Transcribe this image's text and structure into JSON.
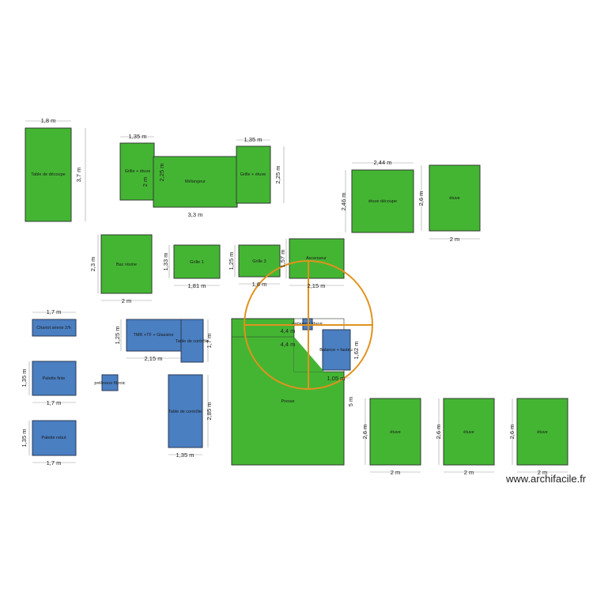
{
  "colors": {
    "machine": "#44b533",
    "equipment": "#4a7fc1",
    "swing": "#e0921e"
  },
  "labels": {
    "table_decoupe": "Table de découpe",
    "grille_etuve_1": "Grille + étuve",
    "melangeur": "Mélangeur",
    "grille_etuve_2": "Grille + étuve",
    "etuve_decoupe": "étuve découpe",
    "etuve_top": "étuve",
    "bac_resine": "Bac résine",
    "grille_1": "Grille 1",
    "grille_3": "Grille 3",
    "ascenseur": "Ascenseur",
    "chariot": "Chariot séerie 2/h",
    "tmr": "TMR +TF + Glassine",
    "table_controle_1": "Table de contrôle",
    "preleveur_1": "préleveur fibroic",
    "table_controle_2": "Table de contrôle",
    "preleveur_2": "préleveur fibroic",
    "balance": "Balance + fauteu",
    "presse": "Presse",
    "palette_finie": "Palette finie",
    "palette_rebut": "Palette rebut",
    "etuve_b1": "étuve",
    "etuve_b2": "étuve",
    "etuve_b3": "étuve"
  },
  "dims": {
    "d_1_8": "1,8 m",
    "d_3_7": "3,7 m",
    "d_1_35_a": "1,35 m",
    "d_2_a": "2 m",
    "d_2_25_a": "2,25 m",
    "d_3_3": "3,3 m",
    "d_1_35_b": "1,35 m",
    "d_2_25_b": "2,25 m",
    "d_2_44": "2,44 m",
    "d_2_46": "2,46 m",
    "d_2_6_top": "2,6 m",
    "d_2_top": "2 m",
    "d_2_3": "2,3 m",
    "d_2_bac": "2 m",
    "d_1_33": "1,33 m",
    "d_1_81": "1,81 m",
    "d_1_25_g3": "1,25 m",
    "d_1_6": "1,6 m",
    "d_1_57": "1,57 m",
    "d_2_15_asc": "2,15 m",
    "d_1_7_ch": "1,7 m",
    "d_1_25_tmr": "1,25 m",
    "d_2_15_tmr": "2,15 m",
    "d_1_7_tc": "1,7 m",
    "d_1_35_pf": "1,35 m",
    "d_1_7_pf": "1,7 m",
    "d_2_85": "2,85 m",
    "d_1_35_tc2": "1,35 m",
    "d_1_35_pr": "1,35 m",
    "d_1_7_pr": "1,7 m",
    "d_4_4_a": "4,4 m",
    "d_4_4_b": "4,4 m",
    "d_1_62": "1,62 m",
    "d_1_05": "1,05 m",
    "d_5": "5 m",
    "d_2_6_b1": "2,6 m",
    "d_2_b1": "2 m",
    "d_2_6_b2": "2,6 m",
    "d_2_b2": "2 m",
    "d_2_6_b3": "2,6 m",
    "d_2_b3": "2 m"
  },
  "watermark": "www.archifacile.fr"
}
